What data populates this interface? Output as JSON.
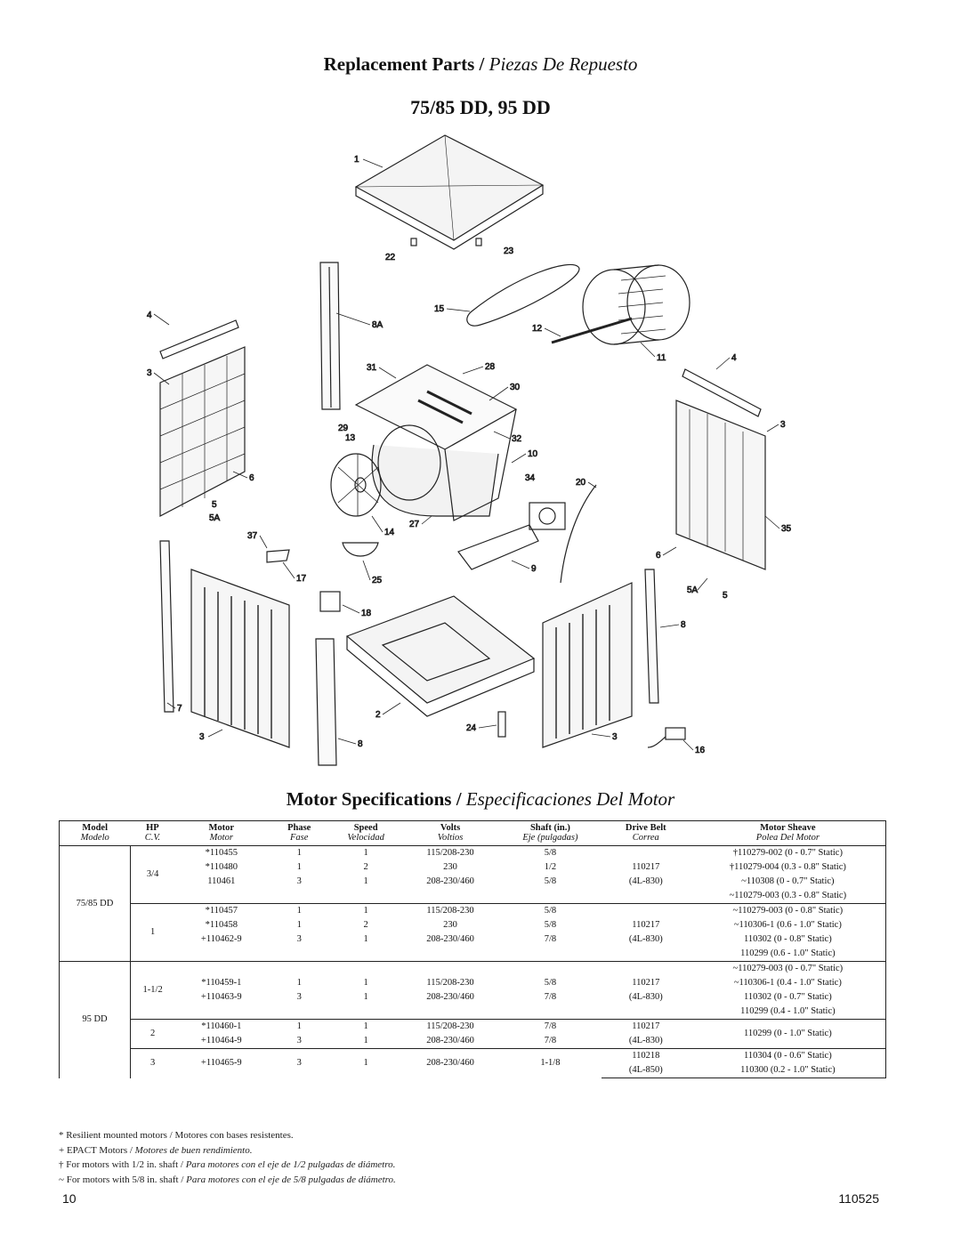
{
  "header": {
    "title_en": "Replacement Parts",
    "separator": "/",
    "title_es": "Piezas De Repuesto",
    "models": "75/85 DD, 95 DD"
  },
  "diagram": {
    "part_labels": [
      "1",
      "22",
      "23",
      "4",
      "8A",
      "15",
      "12",
      "11",
      "4",
      "3",
      "31",
      "28",
      "30",
      "29",
      "13",
      "32",
      "10",
      "3",
      "6",
      "5",
      "5A",
      "34",
      "20",
      "37",
      "14",
      "27",
      "35",
      "17",
      "25",
      "9",
      "6",
      "18",
      "5A",
      "5",
      "8",
      "7",
      "2",
      "24",
      "3",
      "3",
      "8",
      "16"
    ]
  },
  "motor_section": {
    "title_en": "Motor Specifications",
    "separator": "/",
    "title_es": "Especificaciones Del Motor"
  },
  "table": {
    "headers": [
      "Model",
      "HP",
      "Motor",
      "Phase",
      "Speed",
      "Volts",
      "Shaft (in.)",
      "Drive Belt",
      "Motor Sheave"
    ],
    "subheaders": [
      "Modelo",
      "C.V.",
      "Motor",
      "Fase",
      "Velocidad",
      "Voltios",
      "Eje (pulgadas)",
      "Correa",
      "Polea Del Motor"
    ],
    "models": [
      "75/85 DD",
      "95 DD"
    ],
    "g1": {
      "hp": "3/4",
      "motor": [
        "*110455",
        "*110480",
        "110461"
      ],
      "phase": [
        "1",
        "1",
        "3"
      ],
      "speed": [
        "1",
        "2",
        "1"
      ],
      "volts": [
        "115/208-230",
        "230",
        "208-230/460"
      ],
      "shaft": [
        "5/8",
        "1/2",
        "5/8"
      ],
      "belt": [
        "110217",
        "(4L-830)"
      ],
      "sheave": [
        "†110279-002 (0 - 0.7\" Static)",
        "†110279-004 (0.3 - 0.8\" Static)",
        "~110308 (0 - 0.7\" Static)",
        "~110279-003 (0.3 - 0.8\" Static)"
      ]
    },
    "g2": {
      "hp": "1",
      "motor": [
        "*110457",
        "*110458",
        "+110462-9"
      ],
      "phase": [
        "1",
        "1",
        "3"
      ],
      "speed": [
        "1",
        "2",
        "1"
      ],
      "volts": [
        "115/208-230",
        "230",
        "208-230/460"
      ],
      "shaft": [
        "5/8",
        "5/8",
        "7/8"
      ],
      "belt": [
        "110217",
        "(4L-830)"
      ],
      "sheave": [
        "~110279-003 (0 - 0.8\" Static)",
        "~110306-1 (0.6 - 1.0\" Static)",
        "110302 (0 - 0.8\" Static)",
        "110299 (0.6 - 1.0\" Static)"
      ]
    },
    "g3": {
      "hp": "1-1/2",
      "motor": [
        "*110459-1",
        "+110463-9"
      ],
      "phase": [
        "1",
        "3"
      ],
      "speed": [
        "1",
        "1"
      ],
      "volts": [
        "115/208-230",
        "208-230/460"
      ],
      "shaft": [
        "5/8",
        "7/8"
      ],
      "belt": [
        "110217",
        "(4L-830)"
      ],
      "sheave": [
        "~110279-003 (0 - 0.7\" Static)",
        "~110306-1 (0.4 - 1.0\" Static)",
        "110302 (0 - 0.7\" Static)",
        "110299 (0.4 - 1.0\" Static)"
      ]
    },
    "g4": {
      "hp": "2",
      "motor": [
        "*110460-1",
        "+110464-9"
      ],
      "phase": [
        "1",
        "3"
      ],
      "speed": [
        "1",
        "1"
      ],
      "volts": [
        "115/208-230",
        "208-230/460"
      ],
      "shaft": [
        "7/8",
        "7/8"
      ],
      "belt": [
        "110217",
        "(4L-830)"
      ],
      "sheave": [
        "110299 (0 - 1.0\" Static)"
      ]
    },
    "g5": {
      "hp": "3",
      "motor": [
        "+110465-9"
      ],
      "phase": [
        "3"
      ],
      "speed": [
        "1"
      ],
      "volts": [
        "208-230/460"
      ],
      "shaft": [
        "1-1/8"
      ],
      "belt": [
        "110218",
        "(4L-850)"
      ],
      "sheave": [
        "110304 (0 - 0.6\" Static)",
        "110300 (0.2 - 1.0\" Static)"
      ]
    }
  },
  "notes": [
    {
      "en": "*   Resilient mounted motors / Motores con bases resistentes.",
      "es": ""
    },
    {
      "en": "+   EPACT Motors  /  ",
      "es": "Motores de buen rendimiento."
    },
    {
      "en": "† For motors with 1/2 in. shaft / ",
      "es": "Para motores con el eje de 1/2 pulgadas de diámetro."
    },
    {
      "en": "~ For motors with 5/8 in. shaft / ",
      "es": "Para motores con el eje de 5/8 pulgadas de diámetro."
    }
  ],
  "footer": {
    "page_number": "10",
    "doc_number": "110525"
  }
}
